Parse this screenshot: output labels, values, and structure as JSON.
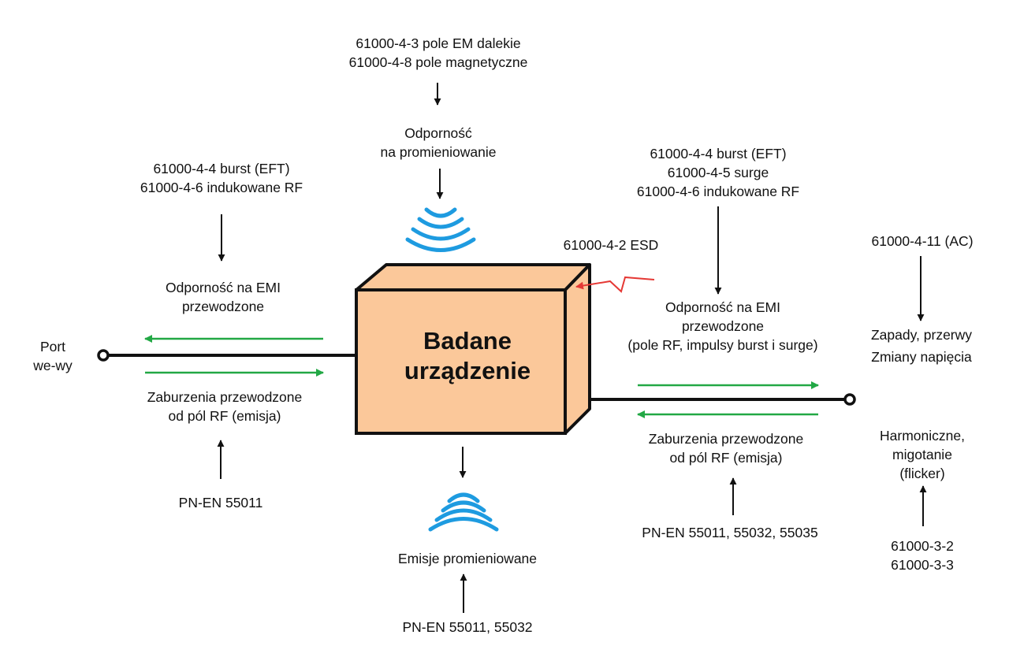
{
  "colors": {
    "box_fill": "#FBC89A",
    "box_stroke": "#111111",
    "wave": "#1E9BE0",
    "emission_arrow": "#22A845",
    "esd_spark": "#E53935",
    "line": "#111111"
  },
  "dut": {
    "title_lines": [
      "Badane",
      "urządzenie"
    ]
  },
  "top": {
    "standards": [
      "61000-4-3 pole EM dalekie",
      "61000-4-8 pole magnetyczne"
    ],
    "immunity": [
      "Odporność",
      "na promieniowanie"
    ]
  },
  "left": {
    "standards": [
      "61000-4-4 burst (EFT)",
      "61000-4-6 indukowane RF"
    ],
    "immunity": [
      "Odporność na EMI",
      "przewodzone"
    ],
    "port": [
      "Port",
      "we-wy"
    ],
    "emission": [
      "Zaburzenia przewodzone",
      "od pól RF (emisja)"
    ],
    "emission_standard": [
      "PN-EN 55011"
    ]
  },
  "esd": {
    "label": [
      "61000-4-2 ESD"
    ]
  },
  "right": {
    "standards": [
      "61000-4-4 burst (EFT)",
      "61000-4-5 surge",
      "61000-4-6 indukowane RF"
    ],
    "immunity": [
      "Odporność na EMI",
      "przewodzone",
      "(pole RF, impulsy burst i surge)"
    ],
    "emission": [
      "Zaburzenia przewodzone",
      "od pól RF (emisja)"
    ],
    "emission_standard": [
      "PN-EN 55011, 55032, 55035"
    ]
  },
  "bottom": {
    "emission": [
      "Emisje promieniowane"
    ],
    "standard": [
      "PN-EN 55011, 55032"
    ]
  },
  "power": {
    "dips_standard": [
      "61000-4-11 (AC)"
    ],
    "dips": [
      "Zapady, przerwy",
      "Zmiany napięcia"
    ],
    "harmonics": [
      "Harmoniczne,",
      "migotanie",
      "(flicker)"
    ],
    "harmonics_standard": [
      "61000-3-2",
      "61000-3-3"
    ]
  }
}
